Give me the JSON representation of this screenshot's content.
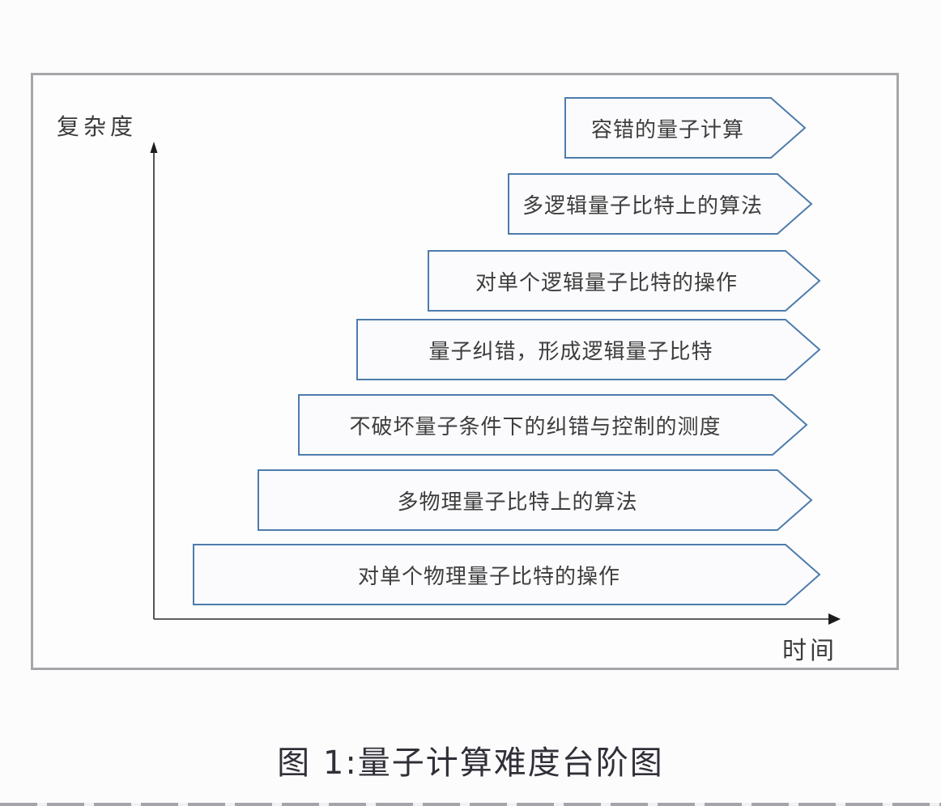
{
  "figure": {
    "y_axis_label": "复杂度",
    "x_axis_label": "时间",
    "caption": "图 1:量子计算难度台阶图"
  },
  "colors": {
    "frame_border": "#a6a6aa",
    "step_border": "#4d7cac",
    "step_fill": "#fbfbfd",
    "axis": "#2b2b2b",
    "text": "#3d3d3d"
  },
  "diagram": {
    "type": "staircase",
    "steps": [
      {
        "label": "容错的量子计算"
      },
      {
        "label": "多逻辑量子比特上的算法"
      },
      {
        "label": "对单个逻辑量子比特的操作"
      },
      {
        "label": "量子纠错，形成逻辑量子比特"
      },
      {
        "label": "不破坏量子条件下的纠错与控制的测度"
      },
      {
        "label": "多物理量子比特上的算法"
      },
      {
        "label": "对单个物理量子比特的操作"
      }
    ]
  }
}
